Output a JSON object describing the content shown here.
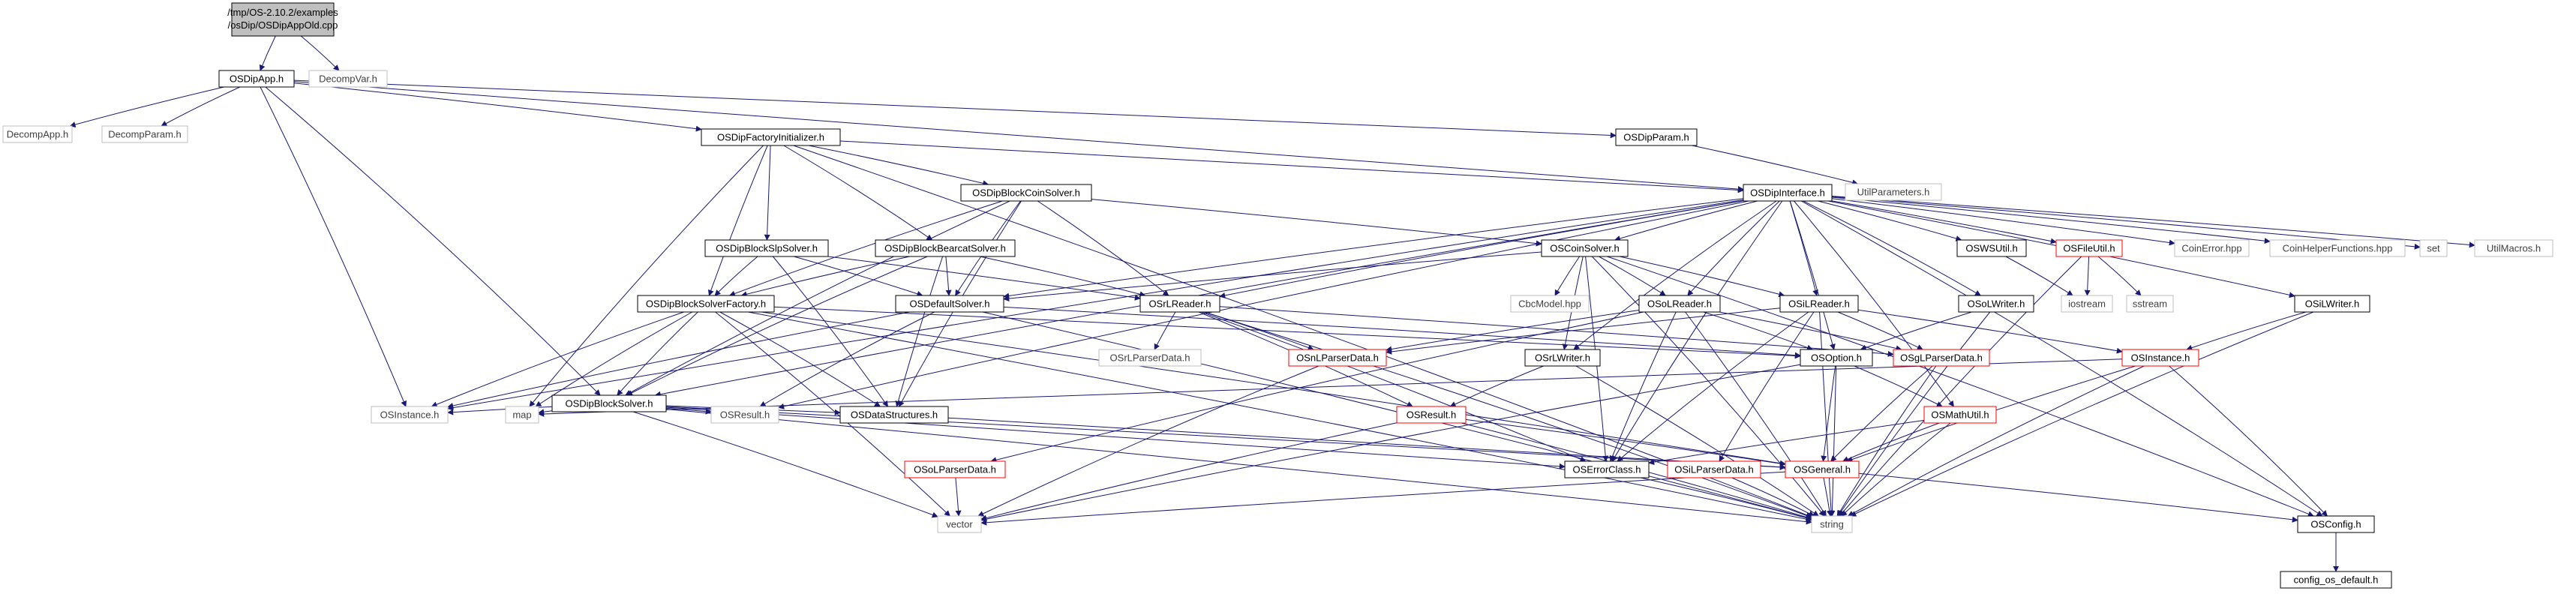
{
  "colors": {
    "root_fill": "#bfbfbf",
    "node_fill": "#ffffff",
    "normal_border": "#000000",
    "incomplete_border": "#ff0000",
    "leaf_border": "#bfbfbf",
    "leaf_text": "#404040",
    "edge": "#191970"
  },
  "nodes": [
    {
      "id": "root",
      "label_lines": [
        "/tmp/OS-2.10.2/examples",
        "/osDip/OSDipAppOld.cpp"
      ],
      "style": "root"
    },
    {
      "id": "OSDipApp",
      "label": "OSDipApp.h",
      "style": "normal"
    },
    {
      "id": "DecompVar",
      "label": "DecompVar.h",
      "style": "leaf"
    },
    {
      "id": "DecompApp",
      "label": "DecompApp.h",
      "style": "leaf"
    },
    {
      "id": "DecompParam",
      "label": "DecompParam.h",
      "style": "leaf"
    },
    {
      "id": "OSDipFactoryInitializer",
      "label": "OSDipFactoryInitializer.h",
      "style": "normal"
    },
    {
      "id": "OSDipParam",
      "label": "OSDipParam.h",
      "style": "normal"
    },
    {
      "id": "UtilParameters",
      "label": "UtilParameters.h",
      "style": "leaf"
    },
    {
      "id": "OSDipBlockCoinSolver",
      "label": "OSDipBlockCoinSolver.h",
      "style": "normal"
    },
    {
      "id": "OSDipInterface",
      "label": "OSDipInterface.h",
      "style": "normal"
    },
    {
      "id": "OSDipBlockSlpSolver",
      "label": "OSDipBlockSlpSolver.h",
      "style": "normal"
    },
    {
      "id": "OSDipBlockBearcatSolver",
      "label": "OSDipBlockBearcatSolver.h",
      "style": "normal"
    },
    {
      "id": "OSCoinSolver",
      "label": "OSCoinSolver.h",
      "style": "normal"
    },
    {
      "id": "OSWSUtil",
      "label": "OSWSUtil.h",
      "style": "normal"
    },
    {
      "id": "OSFileUtil",
      "label": "OSFileUtil.h",
      "style": "incomplete"
    },
    {
      "id": "CoinError",
      "label": "CoinError.hpp",
      "style": "leaf"
    },
    {
      "id": "CoinHelperFunctions",
      "label": "CoinHelperFunctions.hpp",
      "style": "leaf"
    },
    {
      "id": "set",
      "label": "set",
      "style": "leaf"
    },
    {
      "id": "UtilMacros",
      "label": "UtilMacros.h",
      "style": "leaf"
    },
    {
      "id": "OSDipBlockSolverFactory",
      "label": "OSDipBlockSolverFactory.h",
      "style": "normal"
    },
    {
      "id": "OSDefaultSolver",
      "label": "OSDefaultSolver.h",
      "style": "normal"
    },
    {
      "id": "OSrLReader",
      "label": "OSrLReader.h",
      "style": "normal"
    },
    {
      "id": "CbcModel",
      "label": "CbcModel.hpp",
      "style": "leaf"
    },
    {
      "id": "OSoLReader",
      "label": "OSoLReader.h",
      "style": "normal"
    },
    {
      "id": "OSiLReader",
      "label": "OSiLReader.h",
      "style": "normal"
    },
    {
      "id": "OSoLWriter",
      "label": "OSoLWriter.h",
      "style": "normal"
    },
    {
      "id": "iostream",
      "label": "iostream",
      "style": "leaf"
    },
    {
      "id": "sstream",
      "label": "sstream",
      "style": "leaf"
    },
    {
      "id": "OSiLWriter",
      "label": "OSiLWriter.h",
      "style": "normal"
    },
    {
      "id": "OSrLParserData",
      "label": "OSrLParserData.h",
      "style": "leaf"
    },
    {
      "id": "OSnLParserData",
      "label": "OSnLParserData.h",
      "style": "incomplete"
    },
    {
      "id": "OSrLWriter",
      "label": "OSrLWriter.h",
      "style": "normal"
    },
    {
      "id": "OSOption",
      "label": "OSOption.h",
      "style": "normal"
    },
    {
      "id": "OSgLParserData",
      "label": "OSgLParserData.h",
      "style": "incomplete"
    },
    {
      "id": "OSInstance",
      "label": "OSInstance.h",
      "style": "incomplete"
    },
    {
      "id": "OSDipBlockSolver",
      "label": "OSDipBlockSolver.h",
      "style": "normal"
    },
    {
      "id": "OSInstanceLeft",
      "label": "OSInstance.h",
      "style": "leaf"
    },
    {
      "id": "map",
      "label": "map",
      "style": "leaf"
    },
    {
      "id": "OSResultLeft",
      "label": "OSResult.h",
      "style": "leaf"
    },
    {
      "id": "OSDataStructures",
      "label": "OSDataStructures.h",
      "style": "normal"
    },
    {
      "id": "OSResult",
      "label": "OSResult.h",
      "style": "incomplete"
    },
    {
      "id": "OSMathUtil",
      "label": "OSMathUtil.h",
      "style": "incomplete"
    },
    {
      "id": "OSoLParserData",
      "label": "OSoLParserData.h",
      "style": "incomplete"
    },
    {
      "id": "OSErrorClass",
      "label": "OSErrorClass.h",
      "style": "normal"
    },
    {
      "id": "OSiLParserData",
      "label": "OSiLParserData.h",
      "style": "incomplete"
    },
    {
      "id": "OSGeneral",
      "label": "OSGeneral.h",
      "style": "incomplete"
    },
    {
      "id": "OSConfig",
      "label": "OSConfig.h",
      "style": "normal"
    },
    {
      "id": "vector",
      "label": "vector",
      "style": "leaf"
    },
    {
      "id": "string",
      "label": "string",
      "style": "leaf"
    },
    {
      "id": "config_os_default",
      "label": "config_os_default.h",
      "style": "normal"
    }
  ],
  "edges": [
    [
      "root",
      "OSDipApp"
    ],
    [
      "root",
      "DecompVar"
    ],
    [
      "OSDipApp",
      "DecompApp"
    ],
    [
      "OSDipApp",
      "DecompParam"
    ],
    [
      "OSDipApp",
      "OSDipFactoryInitializer"
    ],
    [
      "OSDipApp",
      "OSDipParam"
    ],
    [
      "OSDipApp",
      "OSInstanceLeft"
    ],
    [
      "OSDipApp",
      "OSDipBlockSolver"
    ],
    [
      "OSDipApp",
      "OSDipInterface"
    ],
    [
      "OSDipParam",
      "UtilParameters"
    ],
    [
      "OSDipFactoryInitializer",
      "OSDipBlockCoinSolver"
    ],
    [
      "OSDipFactoryInitializer",
      "OSDipBlockSlpSolver"
    ],
    [
      "OSDipFactoryInitializer",
      "OSDipBlockBearcatSolver"
    ],
    [
      "OSDipFactoryInitializer",
      "OSDipBlockSolverFactory"
    ],
    [
      "OSDipFactoryInitializer",
      "map"
    ],
    [
      "OSDipFactoryInitializer",
      "string"
    ],
    [
      "OSDipFactoryInitializer",
      "OSDipInterface"
    ],
    [
      "OSDipBlockCoinSolver",
      "OSDipBlockSolverFactory"
    ],
    [
      "OSDipBlockCoinSolver",
      "OSDefaultSolver"
    ],
    [
      "OSDipBlockCoinSolver",
      "OSrLReader"
    ],
    [
      "OSDipBlockCoinSolver",
      "OSCoinSolver"
    ],
    [
      "OSDipBlockCoinSolver",
      "OSDipBlockSolver"
    ],
    [
      "OSDipBlockCoinSolver",
      "OSDataStructures"
    ],
    [
      "OSDipBlockSlpSolver",
      "OSDipBlockSolverFactory"
    ],
    [
      "OSDipBlockSlpSolver",
      "OSDefaultSolver"
    ],
    [
      "OSDipBlockSlpSolver",
      "OSrLReader"
    ],
    [
      "OSDipBlockSlpSolver",
      "OSDataStructures"
    ],
    [
      "OSDipBlockBearcatSolver",
      "OSDipBlockSolverFactory"
    ],
    [
      "OSDipBlockBearcatSolver",
      "OSDefaultSolver"
    ],
    [
      "OSDipBlockBearcatSolver",
      "OSrLReader"
    ],
    [
      "OSDipBlockBearcatSolver",
      "OSDataStructures"
    ],
    [
      "OSDipBlockBearcatSolver",
      "OSDipBlockSolver"
    ],
    [
      "OSDipInterface",
      "OSCoinSolver"
    ],
    [
      "OSDipInterface",
      "OSWSUtil"
    ],
    [
      "OSDipInterface",
      "OSFileUtil"
    ],
    [
      "OSDipInterface",
      "CoinError"
    ],
    [
      "OSDipInterface",
      "CoinHelperFunctions"
    ],
    [
      "OSDipInterface",
      "set"
    ],
    [
      "OSDipInterface",
      "UtilMacros"
    ],
    [
      "OSDipInterface",
      "OSiLWriter"
    ],
    [
      "OSDipInterface",
      "OSoLWriter"
    ],
    [
      "OSDipInterface",
      "OSoLReader"
    ],
    [
      "OSDipInterface",
      "OSiLReader"
    ],
    [
      "OSDipInterface",
      "OSrLReader"
    ],
    [
      "OSDipInterface",
      "OSDefaultSolver"
    ],
    [
      "OSDipInterface",
      "OSOption"
    ],
    [
      "OSDipInterface",
      "OSErrorClass"
    ],
    [
      "OSDipInterface",
      "OSMathUtil"
    ],
    [
      "OSDipInterface",
      "OSConfig"
    ],
    [
      "OSDipInterface",
      "OSInstanceLeft"
    ],
    [
      "OSDipInterface",
      "OSDipBlockSolver"
    ],
    [
      "OSDipInterface",
      "OSResultLeft"
    ],
    [
      "OSDipInterface",
      "OSrLWriter"
    ],
    [
      "OSCoinSolver",
      "CbcModel"
    ],
    [
      "OSCoinSolver",
      "OSoLReader"
    ],
    [
      "OSCoinSolver",
      "OSiLReader"
    ],
    [
      "OSCoinSolver",
      "OSrLWriter"
    ],
    [
      "OSCoinSolver",
      "OSDefaultSolver"
    ],
    [
      "OSCoinSolver",
      "OSErrorClass"
    ],
    [
      "OSCoinSolver",
      "OSConfig"
    ],
    [
      "OSCoinSolver",
      "string"
    ],
    [
      "OSWSUtil",
      "iostream"
    ],
    [
      "OSFileUtil",
      "iostream"
    ],
    [
      "OSFileUtil",
      "sstream"
    ],
    [
      "OSFileUtil",
      "string"
    ],
    [
      "OSDipBlockSolverFactory",
      "OSDipBlockSolver"
    ],
    [
      "OSDipBlockSolverFactory",
      "OSInstanceLeft"
    ],
    [
      "OSDipBlockSolverFactory",
      "map"
    ],
    [
      "OSDipBlockSolverFactory",
      "vector"
    ],
    [
      "OSDipBlockSolverFactory",
      "string"
    ],
    [
      "OSDipBlockSolverFactory",
      "OSGeneral"
    ],
    [
      "OSDipBlockSolverFactory",
      "OSDataStructures"
    ],
    [
      "OSDipBlockSolverFactory",
      "OSOption"
    ],
    [
      "OSDefaultSolver",
      "OSResultLeft"
    ],
    [
      "OSDefaultSolver",
      "OSInstanceLeft"
    ],
    [
      "OSDefaultSolver",
      "string"
    ],
    [
      "OSDefaultSolver",
      "OSOption"
    ],
    [
      "OSrLReader",
      "OSrLParserData"
    ],
    [
      "OSrLReader",
      "OSnLParserData"
    ],
    [
      "OSrLReader",
      "OSResult"
    ],
    [
      "OSrLReader",
      "OSgLParserData"
    ],
    [
      "OSrLReader",
      "OSErrorClass"
    ],
    [
      "OSrLReader",
      "string"
    ],
    [
      "OSoLReader",
      "OSnLParserData"
    ],
    [
      "OSoLReader",
      "OSoLParserData"
    ],
    [
      "OSoLReader",
      "OSOption"
    ],
    [
      "OSoLReader",
      "OSgLParserData"
    ],
    [
      "OSoLReader",
      "OSErrorClass"
    ],
    [
      "OSoLReader",
      "string"
    ],
    [
      "OSiLReader",
      "OSnLParserData"
    ],
    [
      "OSiLReader",
      "OSiLParserData"
    ],
    [
      "OSiLReader",
      "OSInstance"
    ],
    [
      "OSiLReader",
      "OSgLParserData"
    ],
    [
      "OSiLReader",
      "OSErrorClass"
    ],
    [
      "OSiLReader",
      "string"
    ],
    [
      "OSoLWriter",
      "OSOption"
    ],
    [
      "OSoLWriter",
      "string"
    ],
    [
      "OSiLWriter",
      "OSInstance"
    ],
    [
      "OSiLWriter",
      "string"
    ],
    [
      "OSrLWriter",
      "OSResult"
    ],
    [
      "OSrLWriter",
      "string"
    ],
    [
      "OSnLParserData",
      "vector"
    ],
    [
      "OSOption",
      "OSGeneral"
    ],
    [
      "OSOption",
      "OSMathUtil"
    ],
    [
      "OSOption",
      "string"
    ],
    [
      "OSOption",
      "vector"
    ],
    [
      "OSgLParserData",
      "OSGeneral"
    ],
    [
      "OSgLParserData",
      "string"
    ],
    [
      "OSInstance",
      "map"
    ],
    [
      "OSInstance",
      "OSGeneral"
    ],
    [
      "OSInstance",
      "string"
    ],
    [
      "OSInstance",
      "OSConfig"
    ],
    [
      "OSDipBlockSolver",
      "OSInstanceLeft"
    ],
    [
      "OSDipBlockSolver",
      "map"
    ],
    [
      "OSDipBlockSolver",
      "OSResultLeft"
    ],
    [
      "OSDipBlockSolver",
      "OSDataStructures"
    ],
    [
      "OSDipBlockSolver",
      "OSErrorClass"
    ],
    [
      "OSDipBlockSolver",
      "OSGeneral"
    ],
    [
      "OSDipBlockSolver",
      "vector"
    ],
    [
      "OSDipBlockSolver",
      "string"
    ],
    [
      "OSDataStructures",
      "OSGeneral"
    ],
    [
      "OSResult",
      "OSGeneral"
    ],
    [
      "OSResult",
      "vector"
    ],
    [
      "OSResult",
      "string"
    ],
    [
      "OSMathUtil",
      "OSErrorClass"
    ],
    [
      "OSMathUtil",
      "OSGeneral"
    ],
    [
      "OSMathUtil",
      "string"
    ],
    [
      "OSoLParserData",
      "vector"
    ],
    [
      "OSErrorClass",
      "string"
    ],
    [
      "OSiLParserData",
      "string"
    ],
    [
      "OSGeneral",
      "OSConfig"
    ],
    [
      "OSGeneral",
      "string"
    ],
    [
      "OSGeneral",
      "vector"
    ],
    [
      "OSConfig",
      "config_os_default"
    ]
  ]
}
